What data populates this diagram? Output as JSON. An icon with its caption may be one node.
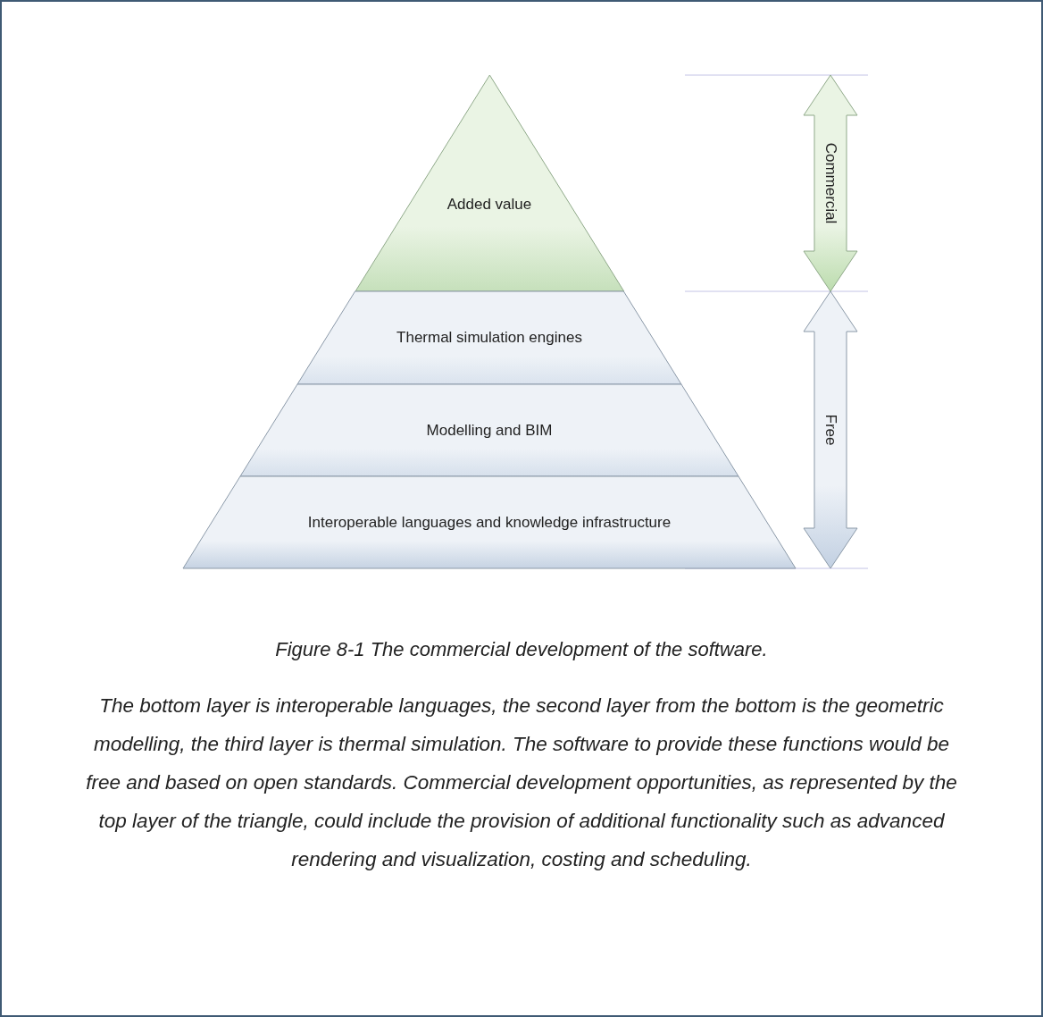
{
  "diagram": {
    "caption": "Figure 8-1 The commercial development of the software.",
    "nodes": [
      {
        "text": [
          "Added value"
        ]
      },
      {
        "text": [
          "Thermal simulation engines"
        ]
      },
      {
        "text": [
          "Modelling and BIM"
        ]
      },
      {
        "text": [
          "Interoperable languages and knowledge infrastructure"
        ]
      },
      {
        "text": [
          "Commercial"
        ]
      },
      {
        "text": [
          "Free"
        ]
      }
    ],
    "labels": [
      "The bottom layer is interoperable languages, the second layer from the bottom is the geometric modelling, the third layer is thermal simulation. The software to provide these functions would be free and based on open standards. Commercial development opportunities, as represented by the top layer of the triangle, could include the provision of additional functionality such as advanced rendering and visualization, costing and scheduling."
    ]
  }
}
